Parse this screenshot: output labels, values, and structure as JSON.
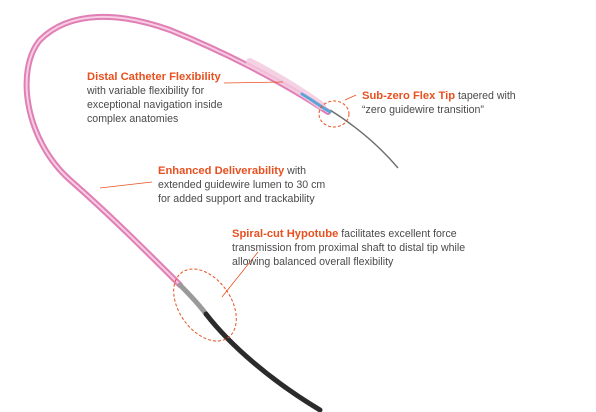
{
  "colors": {
    "accent": "#e8501f",
    "text": "#4a4a4a",
    "catheter_pink": "#e58fbf",
    "shaft_dark": "#2b2b2b",
    "tip_blue": "#5aa6d8",
    "guidewire": "#7a7a7a"
  },
  "callouts": {
    "distal": {
      "title": "Distal Catheter Flexibility",
      "line1": "with variable flexibility for",
      "line2": "exceptional navigation inside",
      "line3": "complex anatomies"
    },
    "flex_tip": {
      "title": "Sub-zero Flex Tip",
      "rest": " tapered with",
      "line2": "“zero guidewire transition”"
    },
    "deliverability": {
      "title": "Enhanced Deliverability",
      "rest": " with",
      "line2": "extended guidewire lumen to 30 cm",
      "line3": "for added support and trackability"
    },
    "hypotube": {
      "title": "Spiral-cut Hypotube",
      "rest": " facilitates excellent force",
      "line2": "transmission from proximal shaft to distal tip while",
      "line3": "allowing balanced overall flexibility"
    }
  }
}
